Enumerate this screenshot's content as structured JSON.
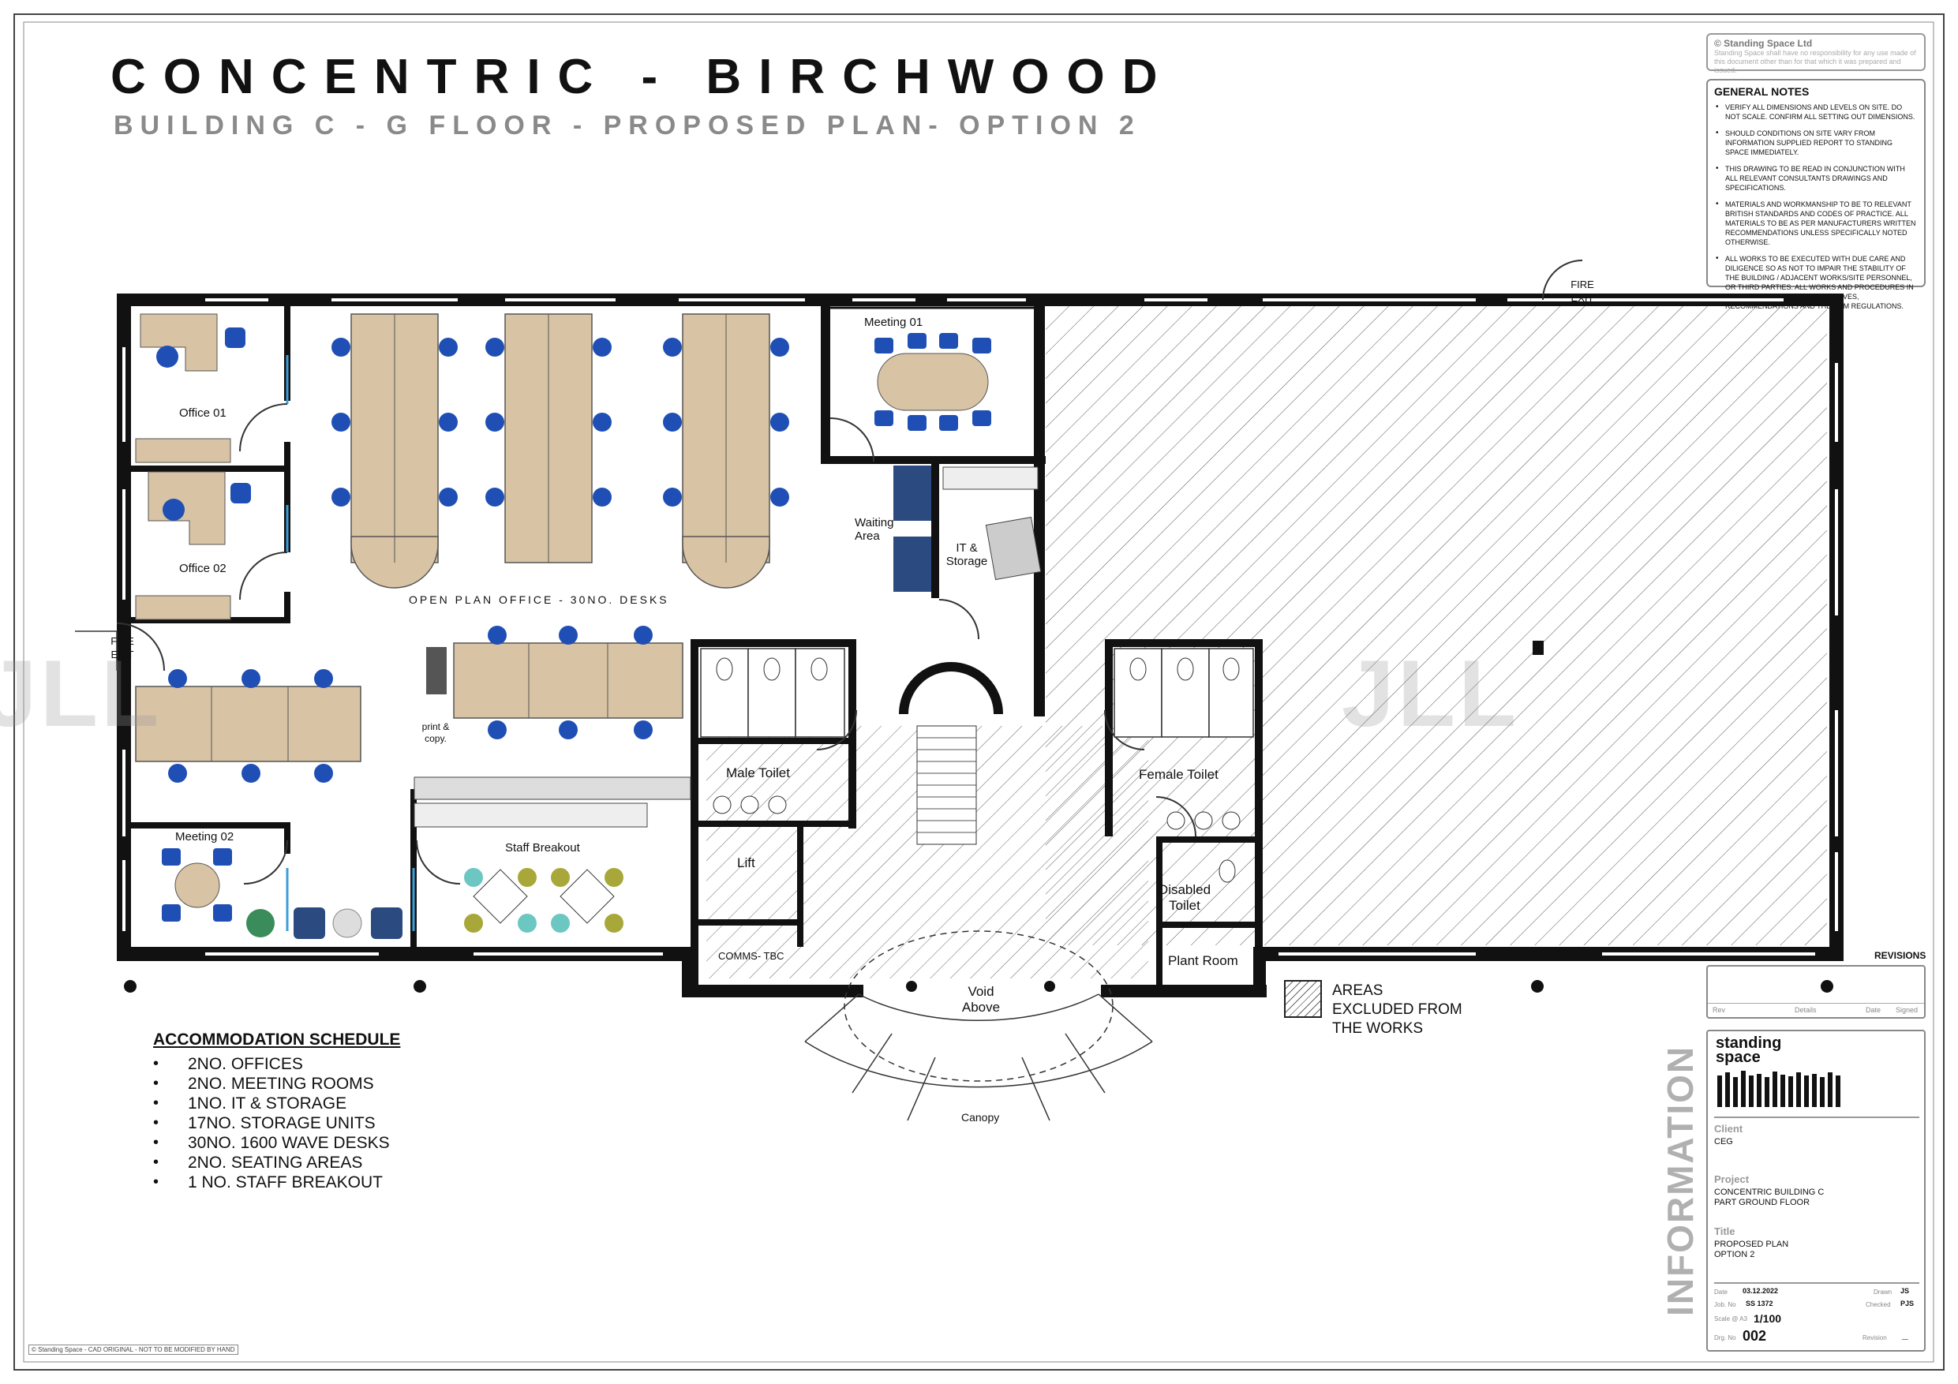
{
  "title": "CONCENTRIC - BIRCHWOOD",
  "subtitle": "BUILDING C - G FLOOR - PROPOSED PLAN- OPTION 2",
  "copyright": {
    "title": "© Standing Space Ltd",
    "text": "Standing Space shall have no responsibility for any use made of this document other than for that which it was prepared and issued."
  },
  "general_notes": {
    "title": "GENERAL NOTES",
    "items": [
      "VERIFY ALL DIMENSIONS AND LEVELS ON SITE. DO NOT SCALE. CONFIRM ALL SETTING OUT DIMENSIONS.",
      "SHOULD CONDITIONS ON SITE VARY FROM INFORMATION SUPPLIED REPORT TO STANDING SPACE IMMEDIATELY.",
      "THIS DRAWING TO BE READ IN CONJUNCTION WITH ALL RELEVANT CONSULTANTS DRAWINGS AND SPECIFICATIONS.",
      "MATERIALS AND WORKMANSHIP TO BE TO RELEVANT BRITISH STANDARDS AND CODES OF PRACTICE. ALL MATERIALS TO BE AS PER MANUFACTURERS WRITTEN RECOMMENDATIONS UNLESS SPECIFICALLY NOTED OTHERWISE.",
      "ALL WORKS TO BE EXECUTED WITH DUE CARE AND DILIGENCE SO AS NOT TO IMPAIR THE STABILITY OF THE BUILDING / ADJACENT WORKS/SITE PERSONNEL, OR THIRD PARTIES. ALL WORKS AND PROCEDURES IN ACCORDANCE WITH HSE DIRECTIVES, RECOMMENDATIONS AND THE CDM REGULATIONS."
    ]
  },
  "rooms": {
    "office_01": "Office 01",
    "office_02": "Office 02",
    "meeting_01": "Meeting 01",
    "meeting_02": "Meeting 02",
    "waiting": "Waiting Area",
    "it_storage": "IT & Storage",
    "open_plan": "OPEN PLAN OFFICE - 30NO. DESKS",
    "print": "print & copy.",
    "staff_breakout": "Staff Breakout",
    "male_toilet": "Male Toilet",
    "female_toilet": "Female Toilet",
    "lift": "Lift",
    "comms": "COMMS- TBC",
    "disabled_toilet": "Disabled Toilet",
    "plant_room": "Plant Room",
    "void": "Void Above",
    "canopy": "Canopy",
    "fire_exit_left": "FIRE EXIT",
    "fire_exit_top": "FIRE EXIT"
  },
  "legend": {
    "text": "AREAS EXCLUDED FROM THE WORKS"
  },
  "schedule": {
    "title": "ACCOMMODATION SCHEDULE",
    "items": [
      "2NO. OFFICES",
      "2NO. MEETING ROOMS",
      "1NO. IT & STORAGE",
      "17NO. STORAGE UNITS",
      "30NO. 1600 WAVE DESKS",
      "2NO. SEATING AREAS",
      "1 NO. STAFF BREAKOUT"
    ]
  },
  "revisions": {
    "title": "REVISIONS",
    "cols": [
      "Rev",
      "Details",
      "Date",
      "Signed"
    ]
  },
  "title_block": {
    "company": "standing space",
    "vertical": "INFORMATION",
    "client_label": "Client",
    "client": "CEG",
    "project_label": "Project",
    "project": "CONCENTRIC BUILDING C PART GROUND FLOOR",
    "title_label": "Title",
    "title": "PROPOSED PLAN OPTION 2",
    "date_label": "Date",
    "date": "03.12.2022",
    "drawn_label": "Drawn",
    "drawn": "JS",
    "job_label": "Job. No",
    "job": "SS 1372",
    "checked_label": "Checked",
    "checked": "PJS",
    "scale_label": "Scale @ A3",
    "scale": "1/100",
    "drg_label": "Drg. No",
    "drg": "002",
    "revision_label": "Revision",
    "revision": "_"
  },
  "footer": "© Standing Space - CAD ORIGINAL - NOT TO BE MODIFIED BY HAND",
  "watermark": "JLL",
  "colors": {
    "wall": "#111111",
    "desk": "#d8c3a5",
    "chair": "#1f4fb5",
    "glass": "#3aa0d8",
    "breakout_teal": "#6cc7c3",
    "breakout_olive": "#a8a83a",
    "waiting_sofa": "#2a4a80"
  }
}
